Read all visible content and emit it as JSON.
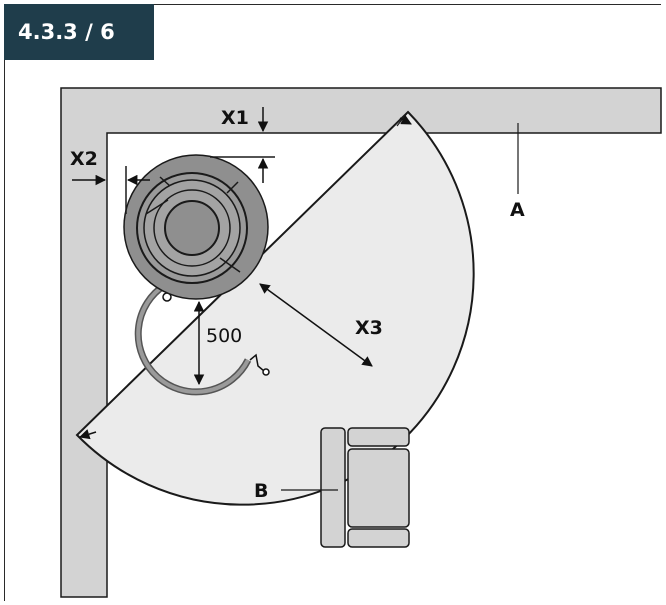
{
  "section": {
    "number": "4.3.3 / 6"
  },
  "labels": {
    "wall": "A",
    "sofa": "B",
    "x1": "X1",
    "x2": "X2",
    "x3": "X3",
    "distance": "500"
  },
  "colors": {
    "tab_bg": "#1f3d4b",
    "wall_fill": "#d3d3d3",
    "zone_fill": "#ebebeb",
    "stove_fill": "#8f8f8f",
    "line": "#1a1a1a"
  }
}
